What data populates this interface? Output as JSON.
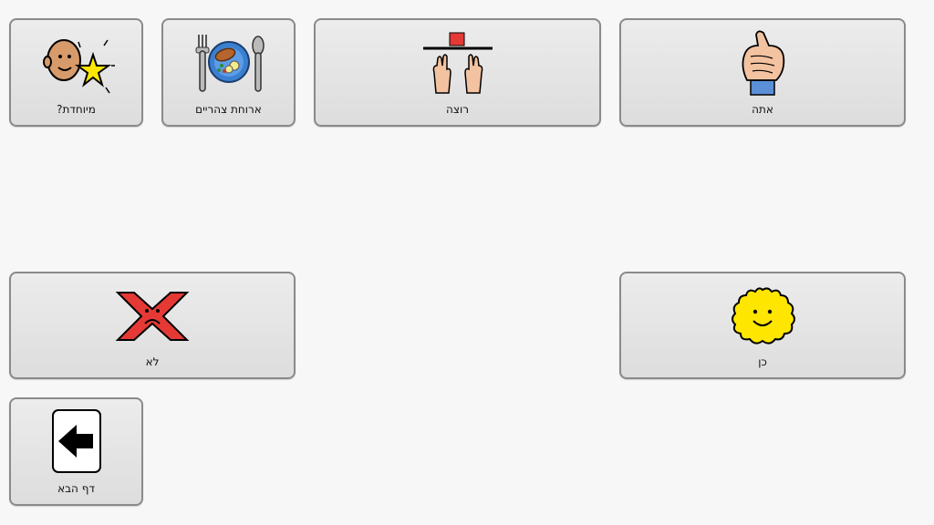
{
  "tiles": {
    "meyuhedet": {
      "label": "מיוחדת?",
      "icon": "special-star-face-icon"
    },
    "lunch": {
      "label": "ארוחת צהריים",
      "icon": "lunch-plate-icon"
    },
    "want": {
      "label": "רוצה",
      "icon": "want-hands-icon"
    },
    "you": {
      "label": "אתה",
      "icon": "pointing-finger-icon"
    },
    "no": {
      "label": "לא",
      "icon": "red-x-sad-icon"
    },
    "yes": {
      "label": "כן",
      "icon": "yellow-smiley-icon"
    },
    "next_page": {
      "label": "דף הבא",
      "icon": "left-arrow-icon"
    }
  },
  "colors": {
    "background": "#f7f7f7",
    "tile_border": "#8a8a8a",
    "no_red": "#e53935",
    "yes_yellow": "#ffe600"
  }
}
